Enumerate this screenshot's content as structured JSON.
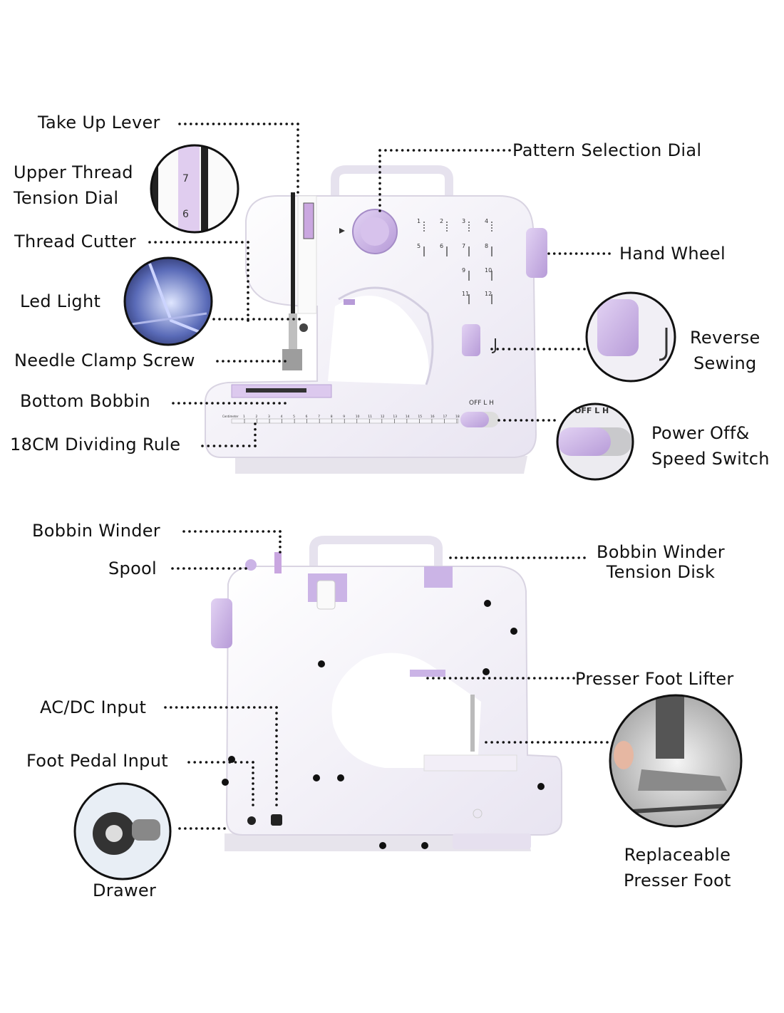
{
  "front_view": {
    "labels": [
      {
        "id": "take-up-lever",
        "text": "Take Up Lever"
      },
      {
        "id": "upper-thread-tension-dial",
        "text": "Upper Thread\nTension Dial"
      },
      {
        "id": "thread-cutter",
        "text": "Thread Cutter"
      },
      {
        "id": "led-light",
        "text": "Led Light"
      },
      {
        "id": "needle-clamp-screw",
        "text": "Needle Clamp Screw"
      },
      {
        "id": "bottom-bobbin",
        "text": "Bottom Bobbin"
      },
      {
        "id": "dividing-rule",
        "text": "18CM Dividing Rule"
      },
      {
        "id": "pattern-selection-dial",
        "text": "Pattern Selection Dial"
      },
      {
        "id": "hand-wheel",
        "text": "Hand Wheel"
      },
      {
        "id": "reverse-sewing",
        "text": "Reverse\nSewing"
      },
      {
        "id": "power-speed-switch",
        "text": "Power Off&\nSpeed Switch"
      }
    ],
    "tension_dial_numbers": [
      "7",
      "6"
    ],
    "stitch_pattern_numbers": [
      "1",
      "2",
      "3",
      "4",
      "5",
      "6",
      "7",
      "8",
      "9",
      "10",
      "11",
      "12"
    ],
    "switch_positions": "OFF  L  H",
    "ruler_label": "Centimeter",
    "ruler_numbers": [
      "1",
      "2",
      "3",
      "4",
      "5",
      "6",
      "7",
      "8",
      "9",
      "10",
      "11",
      "12",
      "13",
      "14",
      "15",
      "16",
      "17",
      "18"
    ]
  },
  "back_view": {
    "labels": [
      {
        "id": "bobbin-winder",
        "text": "Bobbin Winder"
      },
      {
        "id": "spool",
        "text": "Spool"
      },
      {
        "id": "bobbin-winder-tension-disk",
        "text": "Bobbin Winder\nTension Disk"
      },
      {
        "id": "presser-foot-lifter",
        "text": "Presser Foot Lifter"
      },
      {
        "id": "ac-dc-input",
        "text": "AC/DC Input"
      },
      {
        "id": "foot-pedal-input",
        "text": "Foot Pedal Input"
      },
      {
        "id": "drawer",
        "text": "Drawer"
      },
      {
        "id": "replaceable-presser-foot",
        "text": "Replaceable\nPresser Foot"
      }
    ]
  },
  "colors": {
    "machine_body": "#f3f1f8",
    "lavender_accent": "#c9b2e3",
    "text": "#111111"
  }
}
